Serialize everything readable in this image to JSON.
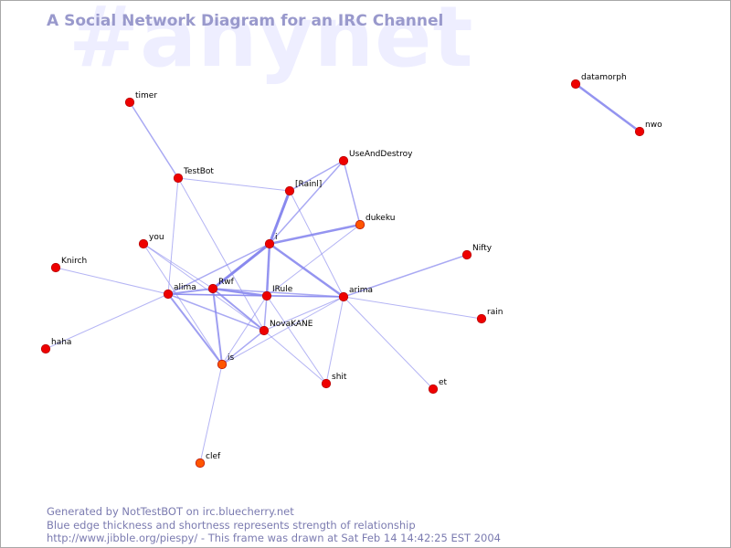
{
  "diagram": {
    "watermark": "#anynet",
    "title": "A Social Network Diagram for an IRC Channel",
    "colors": {
      "node": "#ee0000",
      "node_alt": "#ff5500",
      "edge": "#8888ee",
      "title": "#9999cc",
      "watermark": "#eeeeff"
    },
    "nodes": [
      {
        "id": "timer",
        "label": "timer"
      },
      {
        "id": "TestBot",
        "label": "TestBot"
      },
      {
        "id": "UseAndDestroy",
        "label": "UseAndDestroy"
      },
      {
        "id": "Rainl",
        "label": "[Rainl]"
      },
      {
        "id": "dukeku",
        "label": "dukeku",
        "color": "#ff5500"
      },
      {
        "id": "i",
        "label": "i"
      },
      {
        "id": "you",
        "label": "you"
      },
      {
        "id": "Nifty",
        "label": "Nifty"
      },
      {
        "id": "Knirch",
        "label": "Knirch"
      },
      {
        "id": "alima",
        "label": "alima"
      },
      {
        "id": "Rwf",
        "label": "Rwf"
      },
      {
        "id": "IRule",
        "label": "IRule"
      },
      {
        "id": "arima",
        "label": "arima"
      },
      {
        "id": "rain",
        "label": "rain"
      },
      {
        "id": "NovaKANE",
        "label": "NovaKANE"
      },
      {
        "id": "haha",
        "label": "haha"
      },
      {
        "id": "is",
        "label": "is",
        "color": "#ff5500"
      },
      {
        "id": "shit",
        "label": "shit"
      },
      {
        "id": "et",
        "label": "et"
      },
      {
        "id": "clef",
        "label": "clef",
        "color": "#ff5500"
      },
      {
        "id": "datamorph",
        "label": "datamorph"
      },
      {
        "id": "nwo",
        "label": "nwo"
      }
    ],
    "edges": [
      {
        "source": "timer",
        "target": "TestBot",
        "weight": 1.5
      },
      {
        "source": "TestBot",
        "target": "Rainl",
        "weight": 1
      },
      {
        "source": "TestBot",
        "target": "NovaKANE",
        "weight": 1
      },
      {
        "source": "TestBot",
        "target": "alima",
        "weight": 1
      },
      {
        "source": "UseAndDestroy",
        "target": "Rainl",
        "weight": 1.5
      },
      {
        "source": "UseAndDestroy",
        "target": "dukeku",
        "weight": 1.5
      },
      {
        "source": "UseAndDestroy",
        "target": "i",
        "weight": 1.5
      },
      {
        "source": "Rainl",
        "target": "i",
        "weight": 3
      },
      {
        "source": "Rainl",
        "target": "arima",
        "weight": 1
      },
      {
        "source": "dukeku",
        "target": "i",
        "weight": 2.5
      },
      {
        "source": "dukeku",
        "target": "IRule",
        "weight": 1
      },
      {
        "source": "i",
        "target": "Rwf",
        "weight": 3
      },
      {
        "source": "i",
        "target": "IRule",
        "weight": 2.5
      },
      {
        "source": "i",
        "target": "arima",
        "weight": 2.5
      },
      {
        "source": "i",
        "target": "alima",
        "weight": 1.5
      },
      {
        "source": "you",
        "target": "Rwf",
        "weight": 1
      },
      {
        "source": "you",
        "target": "NovaKANE",
        "weight": 1
      },
      {
        "source": "you",
        "target": "is",
        "weight": 1
      },
      {
        "source": "Knirch",
        "target": "alima",
        "weight": 1
      },
      {
        "source": "alima",
        "target": "Rwf",
        "weight": 2
      },
      {
        "source": "alima",
        "target": "IRule",
        "weight": 1.5
      },
      {
        "source": "alima",
        "target": "arima",
        "weight": 1.5
      },
      {
        "source": "alima",
        "target": "is",
        "weight": 2
      },
      {
        "source": "alima",
        "target": "NovaKANE",
        "weight": 1.5
      },
      {
        "source": "Rwf",
        "target": "IRule",
        "weight": 2.5
      },
      {
        "source": "Rwf",
        "target": "is",
        "weight": 2
      },
      {
        "source": "Rwf",
        "target": "NovaKANE",
        "weight": 2
      },
      {
        "source": "Rwf",
        "target": "arima",
        "weight": 1.5
      },
      {
        "source": "IRule",
        "target": "arima",
        "weight": 1.5
      },
      {
        "source": "IRule",
        "target": "NovaKANE",
        "weight": 1.5
      },
      {
        "source": "IRule",
        "target": "is",
        "weight": 1
      },
      {
        "source": "IRule",
        "target": "shit",
        "weight": 1
      },
      {
        "source": "arima",
        "target": "Nifty",
        "weight": 1.5
      },
      {
        "source": "arima",
        "target": "rain",
        "weight": 1
      },
      {
        "source": "arima",
        "target": "NovaKANE",
        "weight": 1
      },
      {
        "source": "arima",
        "target": "shit",
        "weight": 1
      },
      {
        "source": "arima",
        "target": "et",
        "weight": 1
      },
      {
        "source": "arima",
        "target": "is",
        "weight": 1
      },
      {
        "source": "NovaKANE",
        "target": "is",
        "weight": 1.5
      },
      {
        "source": "NovaKANE",
        "target": "shit",
        "weight": 1
      },
      {
        "source": "haha",
        "target": "alima",
        "weight": 1
      },
      {
        "source": "is",
        "target": "clef",
        "weight": 1
      },
      {
        "source": "datamorph",
        "target": "nwo",
        "weight": 2.5
      }
    ]
  },
  "footer": {
    "line1": "Generated by NotTestBOT on irc.bluecherry.net",
    "line2": "Blue edge thickness and shortness represents strength of relationship",
    "line3": "http://www.jibble.org/piespy/ - This frame was drawn at Sat Feb 14 14:42:25 EST 2004"
  }
}
